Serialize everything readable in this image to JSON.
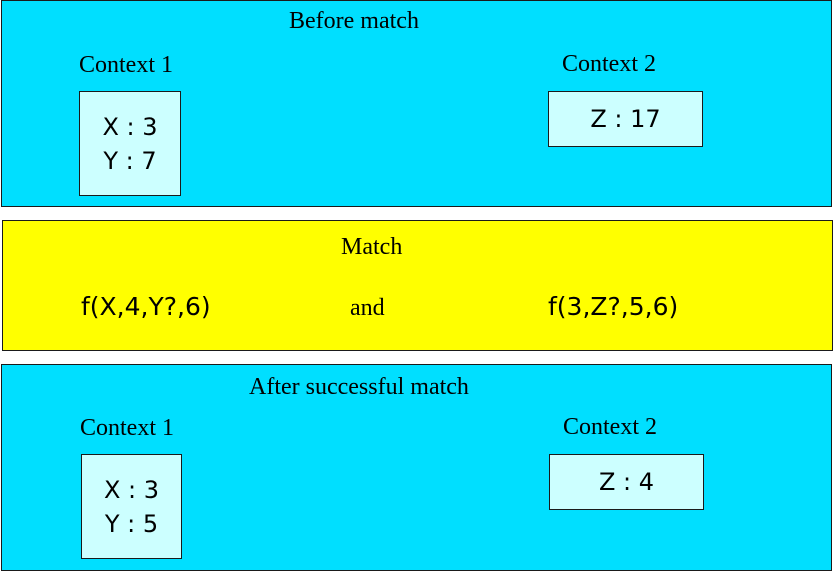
{
  "before": {
    "title": "Before match",
    "context1": {
      "label": "Context 1",
      "lines": [
        "X : 3",
        "Y : 7"
      ]
    },
    "context2": {
      "label": "Context 2",
      "lines": [
        "Z : 17"
      ]
    }
  },
  "match": {
    "title": "Match",
    "left_term": "f(X,4,Y?,6)",
    "conjunction": "and",
    "right_term": "f(3,Z?,5,6)"
  },
  "after": {
    "title": "After successful match",
    "context1": {
      "label": "Context 1",
      "lines": [
        "X : 3",
        "Y : 5"
      ]
    },
    "context2": {
      "label": "Context 2",
      "lines": [
        "Z : 4"
      ]
    }
  },
  "colors": {
    "blue_panel": "#00dfff",
    "yellow_panel": "#ffff00",
    "context_box": "#ccffff"
  }
}
